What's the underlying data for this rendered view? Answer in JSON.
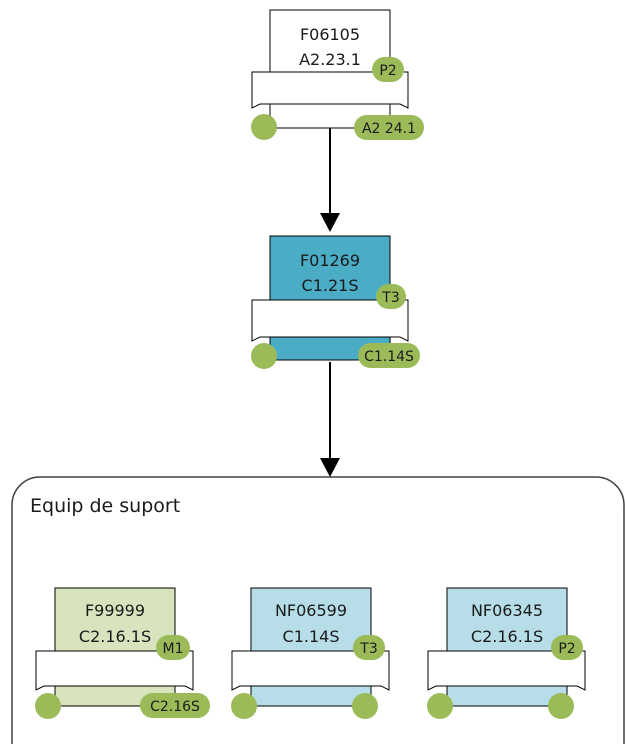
{
  "colors": {
    "badge": "#9bbb59",
    "white_card": "#ffffff",
    "dark_teal": "#4bacc6",
    "light_green": "#d7e4bd",
    "light_blue": "#b7dee8",
    "stroke": "#000000",
    "group_border": "#404040"
  },
  "top_node": {
    "code": "F06105",
    "sub": "A2.23.1",
    "badge": "P2",
    "bottom_badge": "A2 24.1"
  },
  "middle_node": {
    "code": "F01269",
    "sub": "C1.21S",
    "badge": "T3",
    "bottom_badge": "C1.14S"
  },
  "group": {
    "title": "Equip de suport",
    "nodes": [
      {
        "code": "F99999",
        "sub": "C2.16.1S",
        "badge": "M1",
        "bottom_badge": "C2.16S"
      },
      {
        "code": "NF06599",
        "sub": "C1.14S",
        "badge": "T3",
        "bottom_badge": ""
      },
      {
        "code": "NF06345",
        "sub": "C2.16.1S",
        "badge": "P2",
        "bottom_badge": ""
      }
    ]
  }
}
